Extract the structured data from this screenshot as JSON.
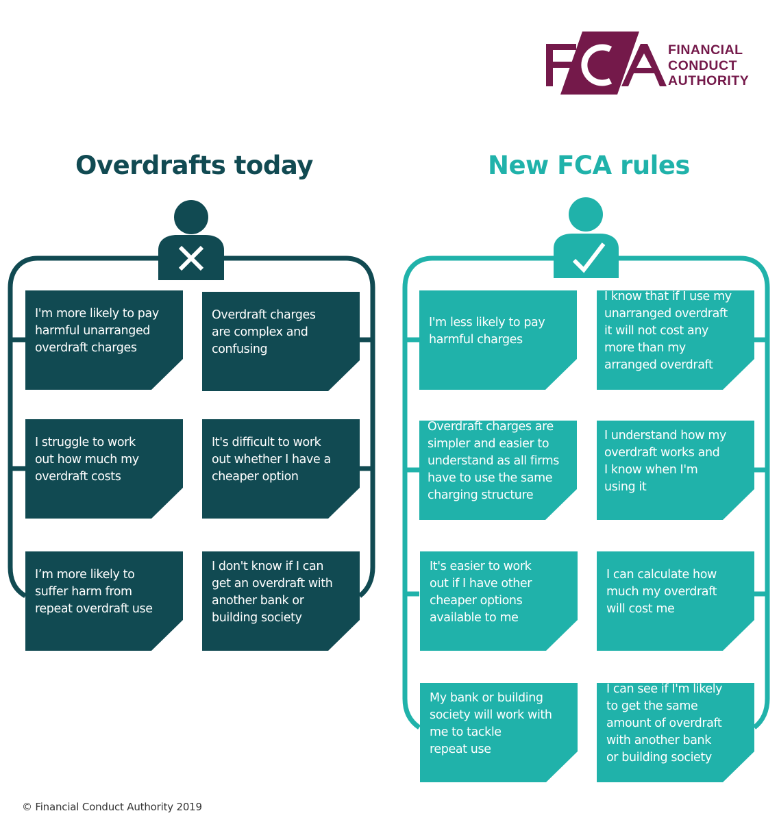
{
  "logo": {
    "monogram": "FCA",
    "lines": [
      "FINANCIAL",
      "CONDUCT",
      "AUTHORITY"
    ],
    "color": "#74194a"
  },
  "columns": [
    {
      "title": "Overdrafts today",
      "color": "#114a52",
      "icon": "person-cross-icon",
      "cards": [
        "I'm more likely to pay\nharmful unarranged\noverdraft charges",
        "Overdraft charges\nare complex and\nconfusing",
        "I struggle to work\nout how much my\noverdraft costs",
        "It's difficult to work\nout whether I have a\ncheaper option",
        "I’m more likely to\nsuffer harm from\nrepeat overdraft use",
        "I don't know if I can\nget an overdraft with\nanother bank or\nbuilding society"
      ]
    },
    {
      "title": "New FCA rules",
      "color": "#20b2aa",
      "icon": "person-check-icon",
      "cards": [
        "I'm less likely to pay\nharmful charges",
        "I know that if I use my\nunarranged overdraft\nit will not cost any\nmore than my\narranged overdraft",
        "Overdraft charges are\nsimpler and easier to\nunderstand as all firms\nhave to use the same\ncharging structure",
        "I understand how my\noverdraft works and\nI know when I'm\nusing it",
        "It's easier to work\nout if I have other\ncheaper options\navailable to me",
        "I can calculate how\nmuch my overdraft\nwill cost me",
        "My bank or building\nsociety will work with\nme to tackle\nrepeat use",
        "I can see if I'm likely\nto get the same\namount of overdraft\nwith another bank\nor building society"
      ]
    }
  ],
  "footer": {
    "copyright": "© Financial Conduct Authority 2019"
  }
}
